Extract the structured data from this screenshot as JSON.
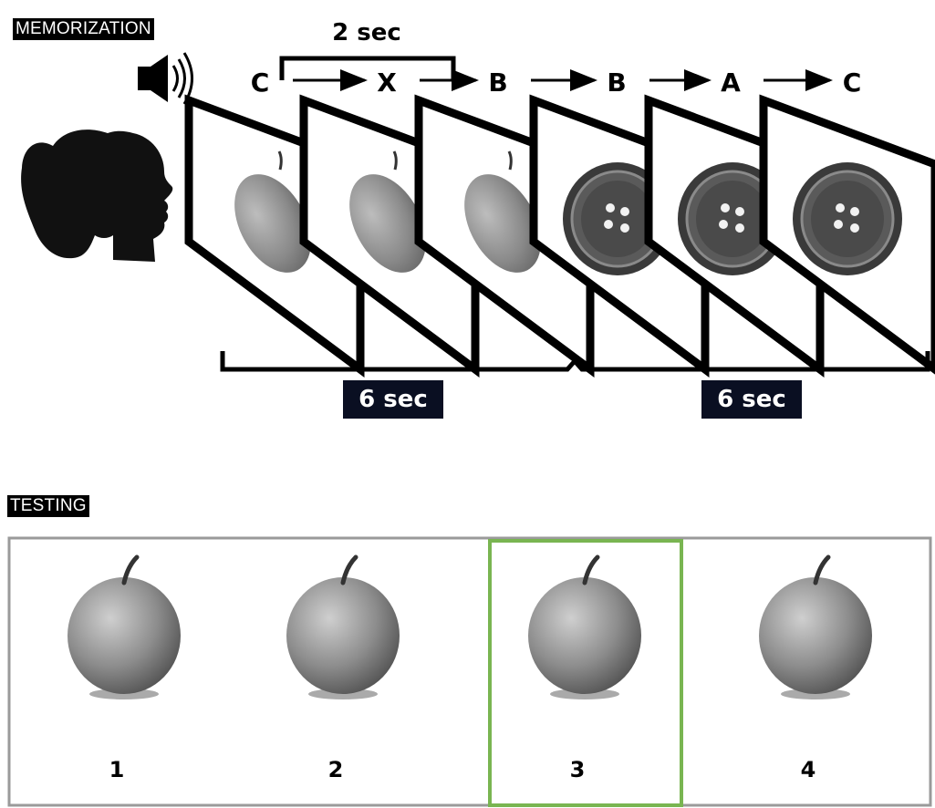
{
  "memorization": {
    "label": "MEMORIZATION",
    "isi_label": "2 sec",
    "sequence": [
      "C",
      "X",
      "B",
      "B",
      "A",
      "C"
    ],
    "block_labels": [
      "6 sec",
      "6 sec"
    ],
    "frames": [
      "apple-slice",
      "apple-slice",
      "apple-slice",
      "button",
      "button",
      "button"
    ]
  },
  "testing": {
    "label": "TESTING",
    "options": [
      "1",
      "2",
      "3",
      "4"
    ],
    "selected_index": 2,
    "highlight_color": "#79b551"
  },
  "icons": [
    "speaker-icon",
    "head-silhouette-icon"
  ]
}
